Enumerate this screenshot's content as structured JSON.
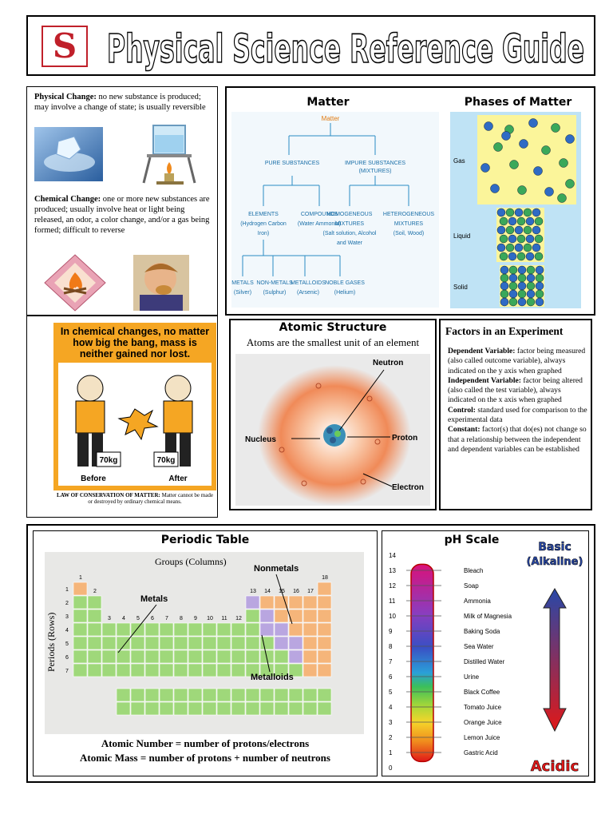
{
  "header": {
    "title": "Physical Science Reference Guide",
    "logo_letter": "S",
    "logo_color": "#c0202a"
  },
  "physical_change": {
    "term": "Physical Change:",
    "text": " no new substance is produced; may involve a change of state; is usually reversible"
  },
  "chemical_change": {
    "term": "Chemical Change:",
    "text": " one or more new substances are produced; usually involve heat or light being released, an odor, a color change, and/or a gas being formed; difficult to reverse"
  },
  "cartoon": {
    "caption": "In chemical changes, no matter how big the bang, mass is neither gained nor lost.",
    "before": "Before",
    "after": "After",
    "weight": "70kg",
    "law_term": "LAW OF CONSERVATION OF MATTER:",
    "law_text": " Matter cannot be made or destroyed by ordinary chemical means."
  },
  "matter": {
    "title": "Matter",
    "root": "Matter",
    "pure": "PURE SUBSTANCES",
    "impure": "IMPURE SUBSTANCES",
    "impure2": "(MIXTURES)",
    "elements": "ELEMENTS",
    "elements2": "(Hydrogen Carbon",
    "elements3": "Iron)",
    "compounds": "COMPOUNDS",
    "compounds2": "(Water Ammonia)",
    "homog": "HOMOGENEOUS",
    "homog2": "MIXTURES",
    "homog3": "(Salt solution, Alcohol",
    "homog4": "and Water",
    "heter": "HETEROGENEOUS",
    "heter2": "MIXTURES",
    "heter3": "(Soil, Wood)",
    "metals": "METALS",
    "metals2": "(Silver)",
    "nonmetals": "NON-METALS",
    "nonmetals2": "(Sulphur)",
    "metalloids": "METALLOIDS",
    "metalloids2": "(Arsenic)",
    "noble": "NOBLE GASES",
    "noble2": "(Helium)"
  },
  "phases": {
    "title": "Phases of Matter",
    "gas": "Gas",
    "liquid": "Liquid",
    "solid": "Solid"
  },
  "atomic": {
    "title": "Atomic Structure",
    "subtitle": "Atoms are the smallest unit of an element",
    "neutron": "Neutron",
    "nucleus": "Nucleus",
    "proton": "Proton",
    "electron": "Electron"
  },
  "factors": {
    "title": "Factors in an Experiment",
    "items": [
      {
        "term": "Dependent Variable:",
        "text": " factor being measured (also called outcome variable), always indicated on the y axis when graphed"
      },
      {
        "term": "Independent Variable:",
        "text": " factor being altered (also called the test variable), always indicated on the x axis when graphed"
      },
      {
        "term": "Control:",
        "text": " standard used for comparison to the experimental data"
      },
      {
        "term": "Constant:",
        "text": " factor(s) that do(es) not change so that a relationship between the independent and dependent variables can be established"
      }
    ]
  },
  "periodic": {
    "title": "Periodic Table",
    "groups": "Groups (Columns)",
    "periods": "Periods (Rows)",
    "metals": "Metals",
    "nonmetals": "Nonmetals",
    "metalloids": "Metalloids",
    "group_labels": [
      "1",
      "2",
      "3",
      "4",
      "5",
      "6",
      "7",
      "8",
      "9",
      "10",
      "11",
      "12",
      "13",
      "14",
      "15",
      "16",
      "17",
      "18"
    ],
    "period_labels": [
      "1",
      "2",
      "3",
      "4",
      "5",
      "6",
      "7"
    ],
    "line1": "Atomic Number = number of protons/electrons",
    "line2": "Atomic Mass = number of protons + number of neutrons",
    "colors": {
      "metal": "#9fd87a",
      "nonmetal": "#f5b57a",
      "metalloid": "#b9a6e0"
    }
  },
  "ph": {
    "title": "pH Scale",
    "basic": "Basic",
    "alkaline": "(Alkaline)",
    "acidic": "Acidic",
    "scale": [
      "14",
      "13",
      "12",
      "11",
      "10",
      "9",
      "8",
      "7",
      "6",
      "5",
      "4",
      "3",
      "2",
      "1",
      "0"
    ],
    "items": [
      {
        "ph": 13,
        "label": "Bleach"
      },
      {
        "ph": 12,
        "label": "Soap"
      },
      {
        "ph": 11,
        "label": "Ammonia"
      },
      {
        "ph": 10,
        "label": "Milk of Magnesia"
      },
      {
        "ph": 9,
        "label": "Baking Soda"
      },
      {
        "ph": 8,
        "label": "Sea Water"
      },
      {
        "ph": 7,
        "label": "Distilled Water"
      },
      {
        "ph": 6,
        "label": "Urine"
      },
      {
        "ph": 5,
        "label": "Black Coffee"
      },
      {
        "ph": 4,
        "label": "Tomato Juice"
      },
      {
        "ph": 3,
        "label": "Orange Juice"
      },
      {
        "ph": 2,
        "label": "Lemon Juice"
      },
      {
        "ph": 1,
        "label": "Gastric Acid"
      }
    ]
  }
}
